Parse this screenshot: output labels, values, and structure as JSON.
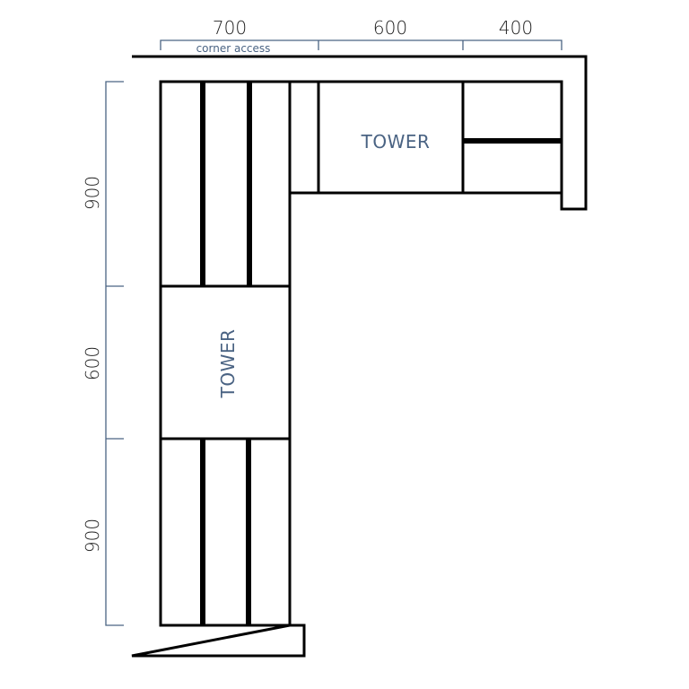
{
  "dimensions": {
    "top": [
      {
        "value": "700",
        "note": "corner access"
      },
      {
        "value": "600"
      },
      {
        "value": "400"
      }
    ],
    "left": [
      {
        "value": "900"
      },
      {
        "value": "600"
      },
      {
        "value": "900"
      }
    ]
  },
  "labels": {
    "top_tower": "TOWER",
    "left_tower": "TOWER"
  },
  "colors": {
    "outline": "#000000",
    "dimension": "#4a6383"
  }
}
